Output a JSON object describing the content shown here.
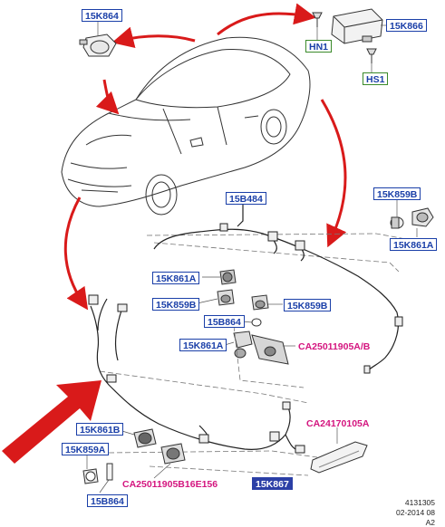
{
  "labels": {
    "p15k864_top": "15K864",
    "p15k866": "15K866",
    "hn1": "HN1",
    "hs1": "HS1",
    "p15b484": "15B484",
    "p15k859b_right": "15K859B",
    "p15k861a_right": "15K861A",
    "p15k861a_mid1": "15K861A",
    "p15k859b_mid1": "15K859B",
    "p15k859b_mid2": "15K859B",
    "p15b864_mid": "15B864",
    "p15k861a_mid2": "15K861A",
    "ca25011905ab": "CA25011905A/B",
    "ca24170105a": "CA24170105A",
    "p15k861b": "15K861B",
    "p15k859a": "15K859A",
    "p15b864_bottom": "15B864",
    "ca25011905b16e156": "CA25011905B16E156",
    "p15k867": "15K867"
  },
  "footer": {
    "code": "4131305",
    "date": "02-2014 08",
    "rev": "A2"
  },
  "colors": {
    "label_blue": "#1a3fa8",
    "label_green_border": "#3a8a2a",
    "callout_pink": "#d4157f",
    "arrow_red": "#d91a1a",
    "highlight_fill": "#2b3fa6"
  }
}
